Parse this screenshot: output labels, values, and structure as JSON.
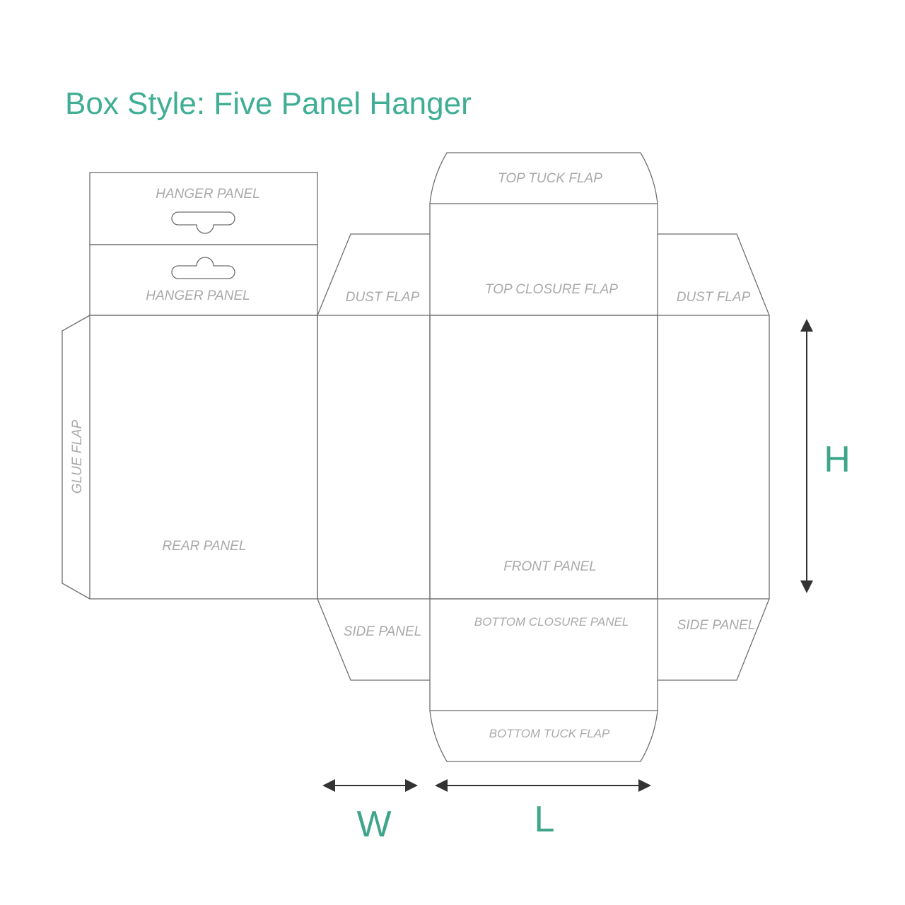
{
  "title": "Box Style: Five Panel Hanger",
  "colors": {
    "title": "#3fae94",
    "dimension_labels": "#3fa58a",
    "panel_labels": "#a9a9a9",
    "lines": "#6e6e6e",
    "arrows": "#333333"
  },
  "panels": {
    "hanger_panel_top": "HANGER PANEL",
    "hanger_panel_bottom": "HANGER PANEL",
    "glue_flap": "GLUE FLAP",
    "rear_panel": "REAR  PANEL",
    "dust_flap_left": "DUST FLAP",
    "dust_flap_right": "DUST FLAP",
    "top_tuck_flap": "TOP TUCK FLAP",
    "top_closure_flap": "TOP CLOSURE FLAP",
    "front_panel": "FRONT PANEL",
    "side_panel_left": "SIDE PANEL",
    "side_panel_right": "SIDE PANEL",
    "bottom_closure_panel": "BOTTOM CLOSURE PANEL",
    "bottom_tuck_flap": "BOTTOM  TUCK FLAP"
  },
  "dimensions": {
    "width": "W",
    "length": "L",
    "height": "H"
  }
}
